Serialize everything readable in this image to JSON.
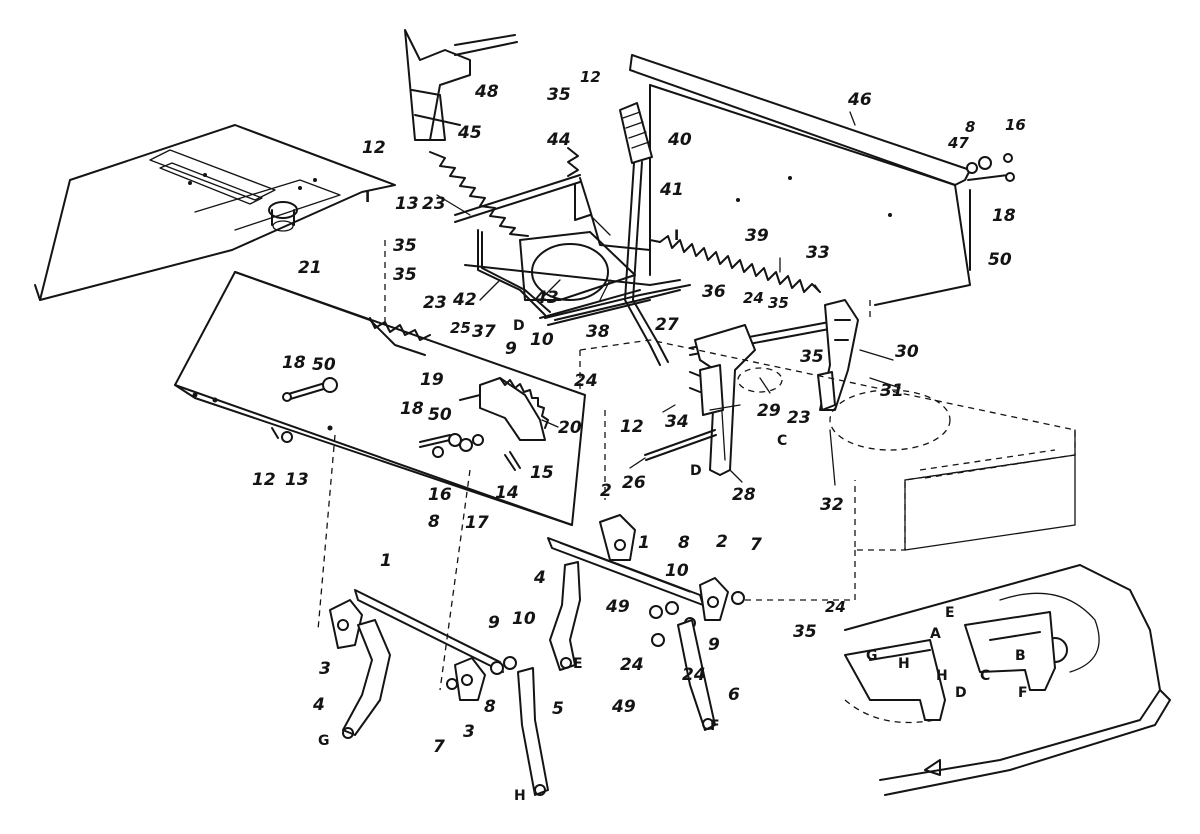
{
  "callouts": {
    "c1a": "1",
    "c1b": "1",
    "c2a": "2",
    "c2b": "2",
    "c3a": "3",
    "c3b": "3",
    "c4a": "4",
    "c4b": "4",
    "c5": "5",
    "c6": "6",
    "c7a": "7",
    "c7b": "7",
    "c8a": "8",
    "c8b": "8",
    "c8c": "8",
    "c9a": "9",
    "c9b": "9",
    "c9c": "9",
    "c10a": "10",
    "c10b": "10",
    "c10c": "10",
    "c12a": "12",
    "c12b": "12",
    "c12c": "12",
    "c12d": "12",
    "c13a": "13",
    "c13b": "13",
    "c14": "14",
    "c15": "15",
    "c16a": "16",
    "c16b": "16",
    "c17": "17",
    "c18a": "18",
    "c18b": "18",
    "c18c": "18",
    "c19": "19",
    "c20": "20",
    "c21": "21",
    "c23a": "23",
    "c23b": "23",
    "c23c": "23",
    "c24a": "24",
    "c24b": "24",
    "c24c": "24",
    "c24d": "24",
    "c24e": "24",
    "c25": "25",
    "c26": "26",
    "c27": "27",
    "c28": "28",
    "c29": "29",
    "c30": "30",
    "c31": "31",
    "c32": "32",
    "c33": "33",
    "c34": "34",
    "c35a": "35",
    "c35b": "35",
    "c35c": "35",
    "c35d": "35",
    "c35e": "35",
    "c35f": "35",
    "c36": "36",
    "c37": "37",
    "c38": "38",
    "c39": "39",
    "c40": "40",
    "c41": "41",
    "c42": "42",
    "c43": "43",
    "c44": "44",
    "c45": "45",
    "c46": "46",
    "c47": "47",
    "c48": "48",
    "c49a": "49",
    "c49b": "49",
    "c50a": "50",
    "c50b": "50",
    "c50c": "50"
  },
  "connectors": {
    "I": "I",
    "A": "A",
    "B": "B",
    "C": "C",
    "D": "D",
    "E": "E",
    "F": "F",
    "G": "G",
    "H": "H"
  }
}
